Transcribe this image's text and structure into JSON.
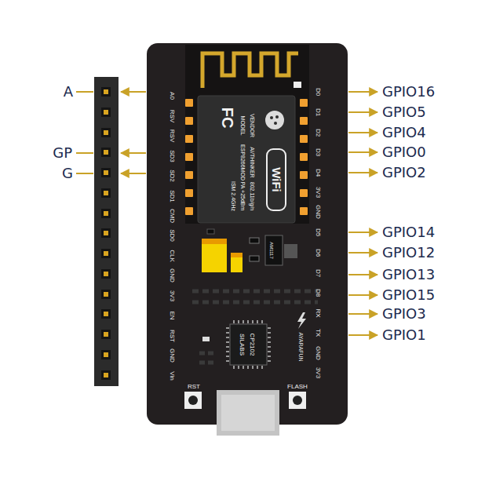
{
  "diagram": {
    "nodes": [
      {
        "text": [
          "FC",
          "MODEL",
          "VENDOR",
          "ESP8266MOD",
          "AI/THINKER",
          "ISM 2.4GHz",
          "PA +25dBm",
          "802.11b/g/n",
          "WiFi"
        ]
      },
      {
        "text": [
          "AM1117"
        ]
      },
      {
        "text": [
          "SILABS",
          "CP2102"
        ]
      }
    ],
    "labels": [
      "A",
      "GP",
      "G",
      "A0",
      "RSV",
      "RSV",
      "SD3",
      "SD2",
      "SD1",
      "CMD",
      "SD0",
      "CLK",
      "GND",
      "3V3",
      "EN",
      "RST",
      "GND",
      "Vin",
      "D0",
      "D1",
      "D2",
      "D3",
      "D4",
      "3V3",
      "GND",
      "D5",
      "D6",
      "D7",
      "D8",
      "RX",
      "TX",
      "GND",
      "3V3",
      "GPIO16",
      "GPIO5",
      "GPIO4",
      "GPIO0",
      "GPIO2",
      "GPIO14",
      "GPIO12",
      "GPIO13",
      "GPIO15",
      "GPIO3",
      "GPIO1",
      "RST",
      "FLASH",
      "AYARAFUN"
    ]
  }
}
